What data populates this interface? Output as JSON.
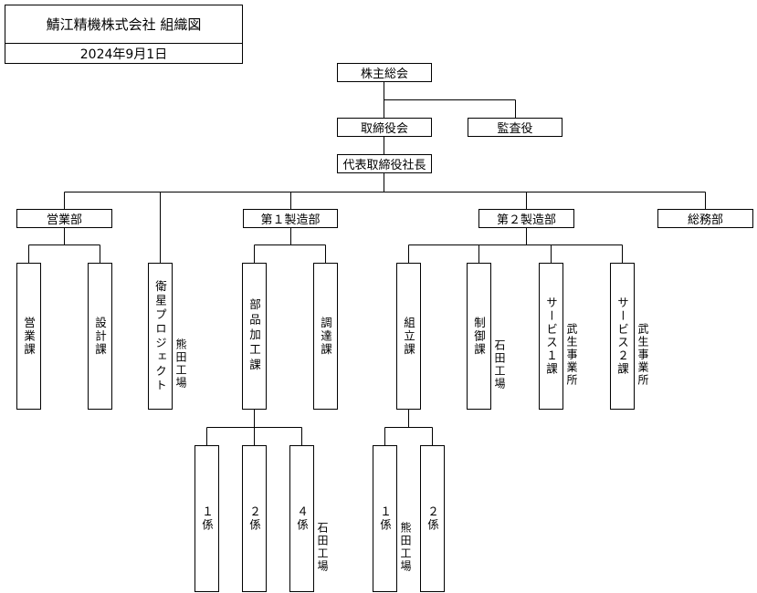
{
  "header": {
    "company_title": "鯖江精機株式会社 組織図",
    "date": "2024年9月1日"
  },
  "orgchart": {
    "shareholders": "株主総会",
    "board": "取締役会",
    "auditor": "監査役",
    "president": "代表取締役社長",
    "departments": {
      "sales": "営業部",
      "mfg1": "第１製造部",
      "mfg2": "第２製造部",
      "general": "総務部"
    },
    "sections": {
      "sales_sec": "営業課",
      "design_sec": "設計課",
      "eisei_project": "衛星プロジェクト",
      "parts_processing": "部品加工課",
      "procurement": "調達課",
      "assembly": "組立課",
      "control": "制御課",
      "service1": "サービス１課",
      "service2": "サービス２課"
    },
    "subsections": {
      "parts_1": "１係",
      "parts_2": "２係",
      "parts_4": "４係",
      "assy_1": "１係",
      "assy_2": "２係"
    },
    "locations": {
      "kumata_1": "熊田工場",
      "ishida_1": "石田工場",
      "takefu_1": "武生事業所",
      "takefu_2": "武生事業所",
      "ishida_2": "石田工場",
      "kumata_2": "熊田工場"
    }
  }
}
